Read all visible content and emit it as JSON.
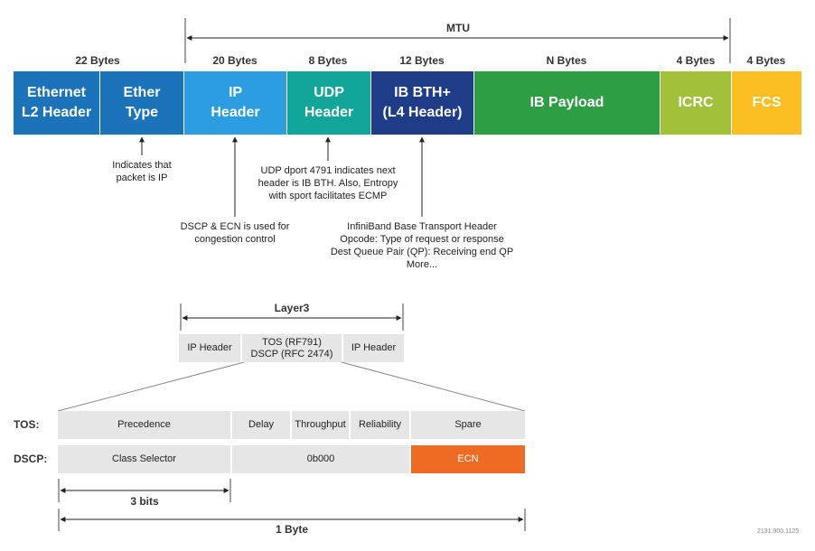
{
  "mtu_label": "MTU",
  "packet": {
    "segments": [
      {
        "label": "Ethernet\nL2 Header",
        "color": "#1b73ba"
      },
      {
        "label": "Ether\nType",
        "color": "#1b73ba"
      },
      {
        "label": "IP\nHeader",
        "color": "#2c9de0"
      },
      {
        "label": "UDP\nHeader",
        "color": "#12a59a"
      },
      {
        "label": "IB BTH+\n(L4 Header)",
        "color": "#1f3c88"
      },
      {
        "label": "IB Payload",
        "color": "#2e9e45"
      },
      {
        "label": "ICRC",
        "color": "#a3c03a"
      },
      {
        "label": "FCS",
        "color": "#fbbf24"
      }
    ],
    "byte_labels": [
      "22 Bytes",
      "20 Bytes",
      "8 Bytes",
      "12 Bytes",
      "N Bytes",
      "4 Bytes",
      "4 Bytes"
    ]
  },
  "notes": {
    "ethertype": "Indicates that\npacket is IP",
    "udp": "UDP dport 4791 indicates next\nheader is IB BTH. Also, Entropy\nwith sport facilitates ECMP",
    "ip": "DSCP & ECN is used for\ncongestion control",
    "bth": "InfiniBand Base Transport Header\nOpcode: Type of request or response\nDest Queue Pair (QP): Receiving end QP\nMore..."
  },
  "layer3": {
    "label": "Layer3",
    "cells": [
      "IP Header",
      "TOS (RF791)\nDSCP (RFC 2474)",
      "IP Header"
    ]
  },
  "tos": {
    "label": "TOS:",
    "cells": [
      "Precedence",
      "Delay",
      "Throughput",
      "Reliability",
      "Spare"
    ]
  },
  "dscp": {
    "label": "DSCP:",
    "cells": [
      "Class Selector",
      "0b000",
      "ECN"
    ],
    "ecn_color": "#ee6b24"
  },
  "bits_label": "3 bits",
  "byte_label": "1 Byte",
  "figure_id": "2131.900.1125"
}
